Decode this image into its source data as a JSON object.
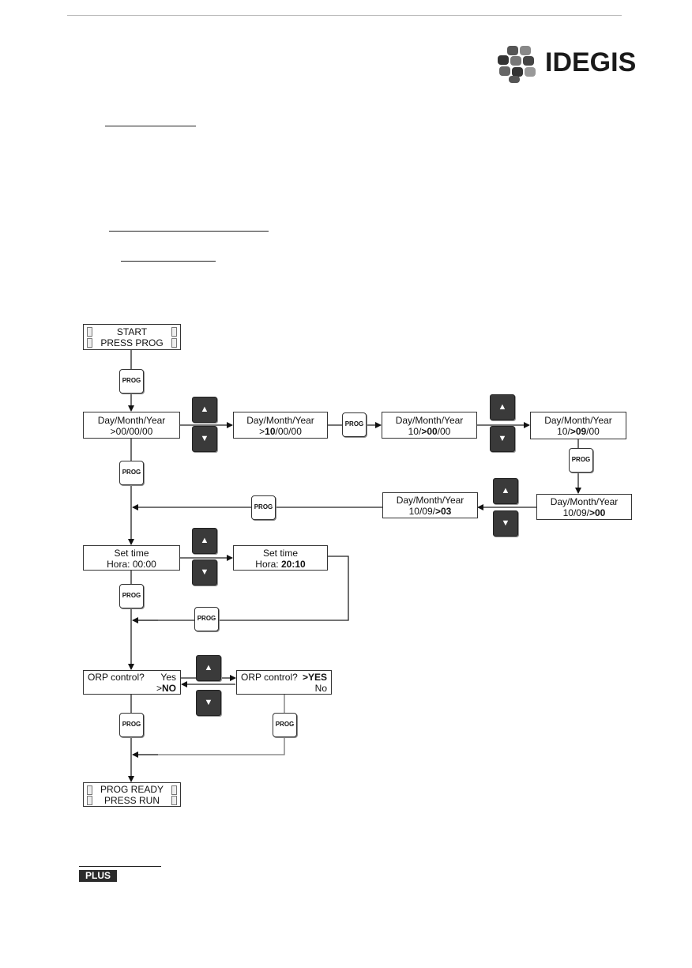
{
  "logo": {
    "text": "IDEGIS",
    "icon": "idegis-logo-icon"
  },
  "button_labels": {
    "prog": "PROG",
    "up": "▲",
    "down": "▼"
  },
  "screens": {
    "start": {
      "line1": "START",
      "line2": "PRESS PROG"
    },
    "date_initial": {
      "line1": "Day/Month/Year",
      "line2": ">00/00/00"
    },
    "date_day": {
      "line1": "Day/Month/Year",
      "line2_prefix": ">",
      "line2_bold": "10",
      "line2_suffix": "/00/00"
    },
    "date_month_start": {
      "line1": "Day/Month/Year",
      "line2_prefix": "10/",
      "line2_bold": ">00",
      "line2_suffix": "/00"
    },
    "date_month": {
      "line1": "Day/Month/Year",
      "line2_prefix": "10/",
      "line2_bold": ">09",
      "line2_suffix": "/00"
    },
    "date_year_start": {
      "line1": "Day/Month/Year",
      "line2_prefix": "10/09/",
      "line2_bold": ">00"
    },
    "date_year": {
      "line1": "Day/Month/Year",
      "line2_prefix": "10/09/",
      "line2_bold": ">03"
    },
    "time_initial": {
      "line1": "Set time",
      "line2": "Hora: 00:00"
    },
    "time_set": {
      "line1": "Set time",
      "line2_prefix": "Hora: ",
      "line2_bold": "20:10"
    },
    "orp_no": {
      "label": "ORP control?",
      "option1": "Yes",
      "option2_prefix": ">",
      "option2_bold": "NO"
    },
    "orp_yes": {
      "label": "ORP control?",
      "option1_bold": ">YES",
      "option2": "No"
    },
    "ready": {
      "line1": "PROG READY",
      "line2": "PRESS RUN"
    }
  },
  "footer": {
    "badge": "PLUS"
  }
}
